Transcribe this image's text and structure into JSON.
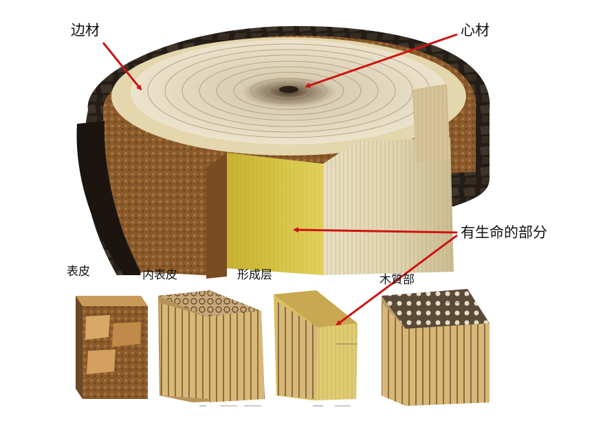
{
  "labels": {
    "sapwood": "边材",
    "heartwood": "心材",
    "living_part": "有生命的部分",
    "bark": "表皮",
    "inner_bark": "内表皮",
    "cambium": "形成层",
    "xylem": "木質部"
  },
  "colors": {
    "arrow": "#cc1414",
    "bark": "#2a2018",
    "inner_bark": "#8a5a2a",
    "cambium": "#d8c838",
    "sapwood": "#e6dcc0",
    "heartwood": "#c9a86b"
  }
}
